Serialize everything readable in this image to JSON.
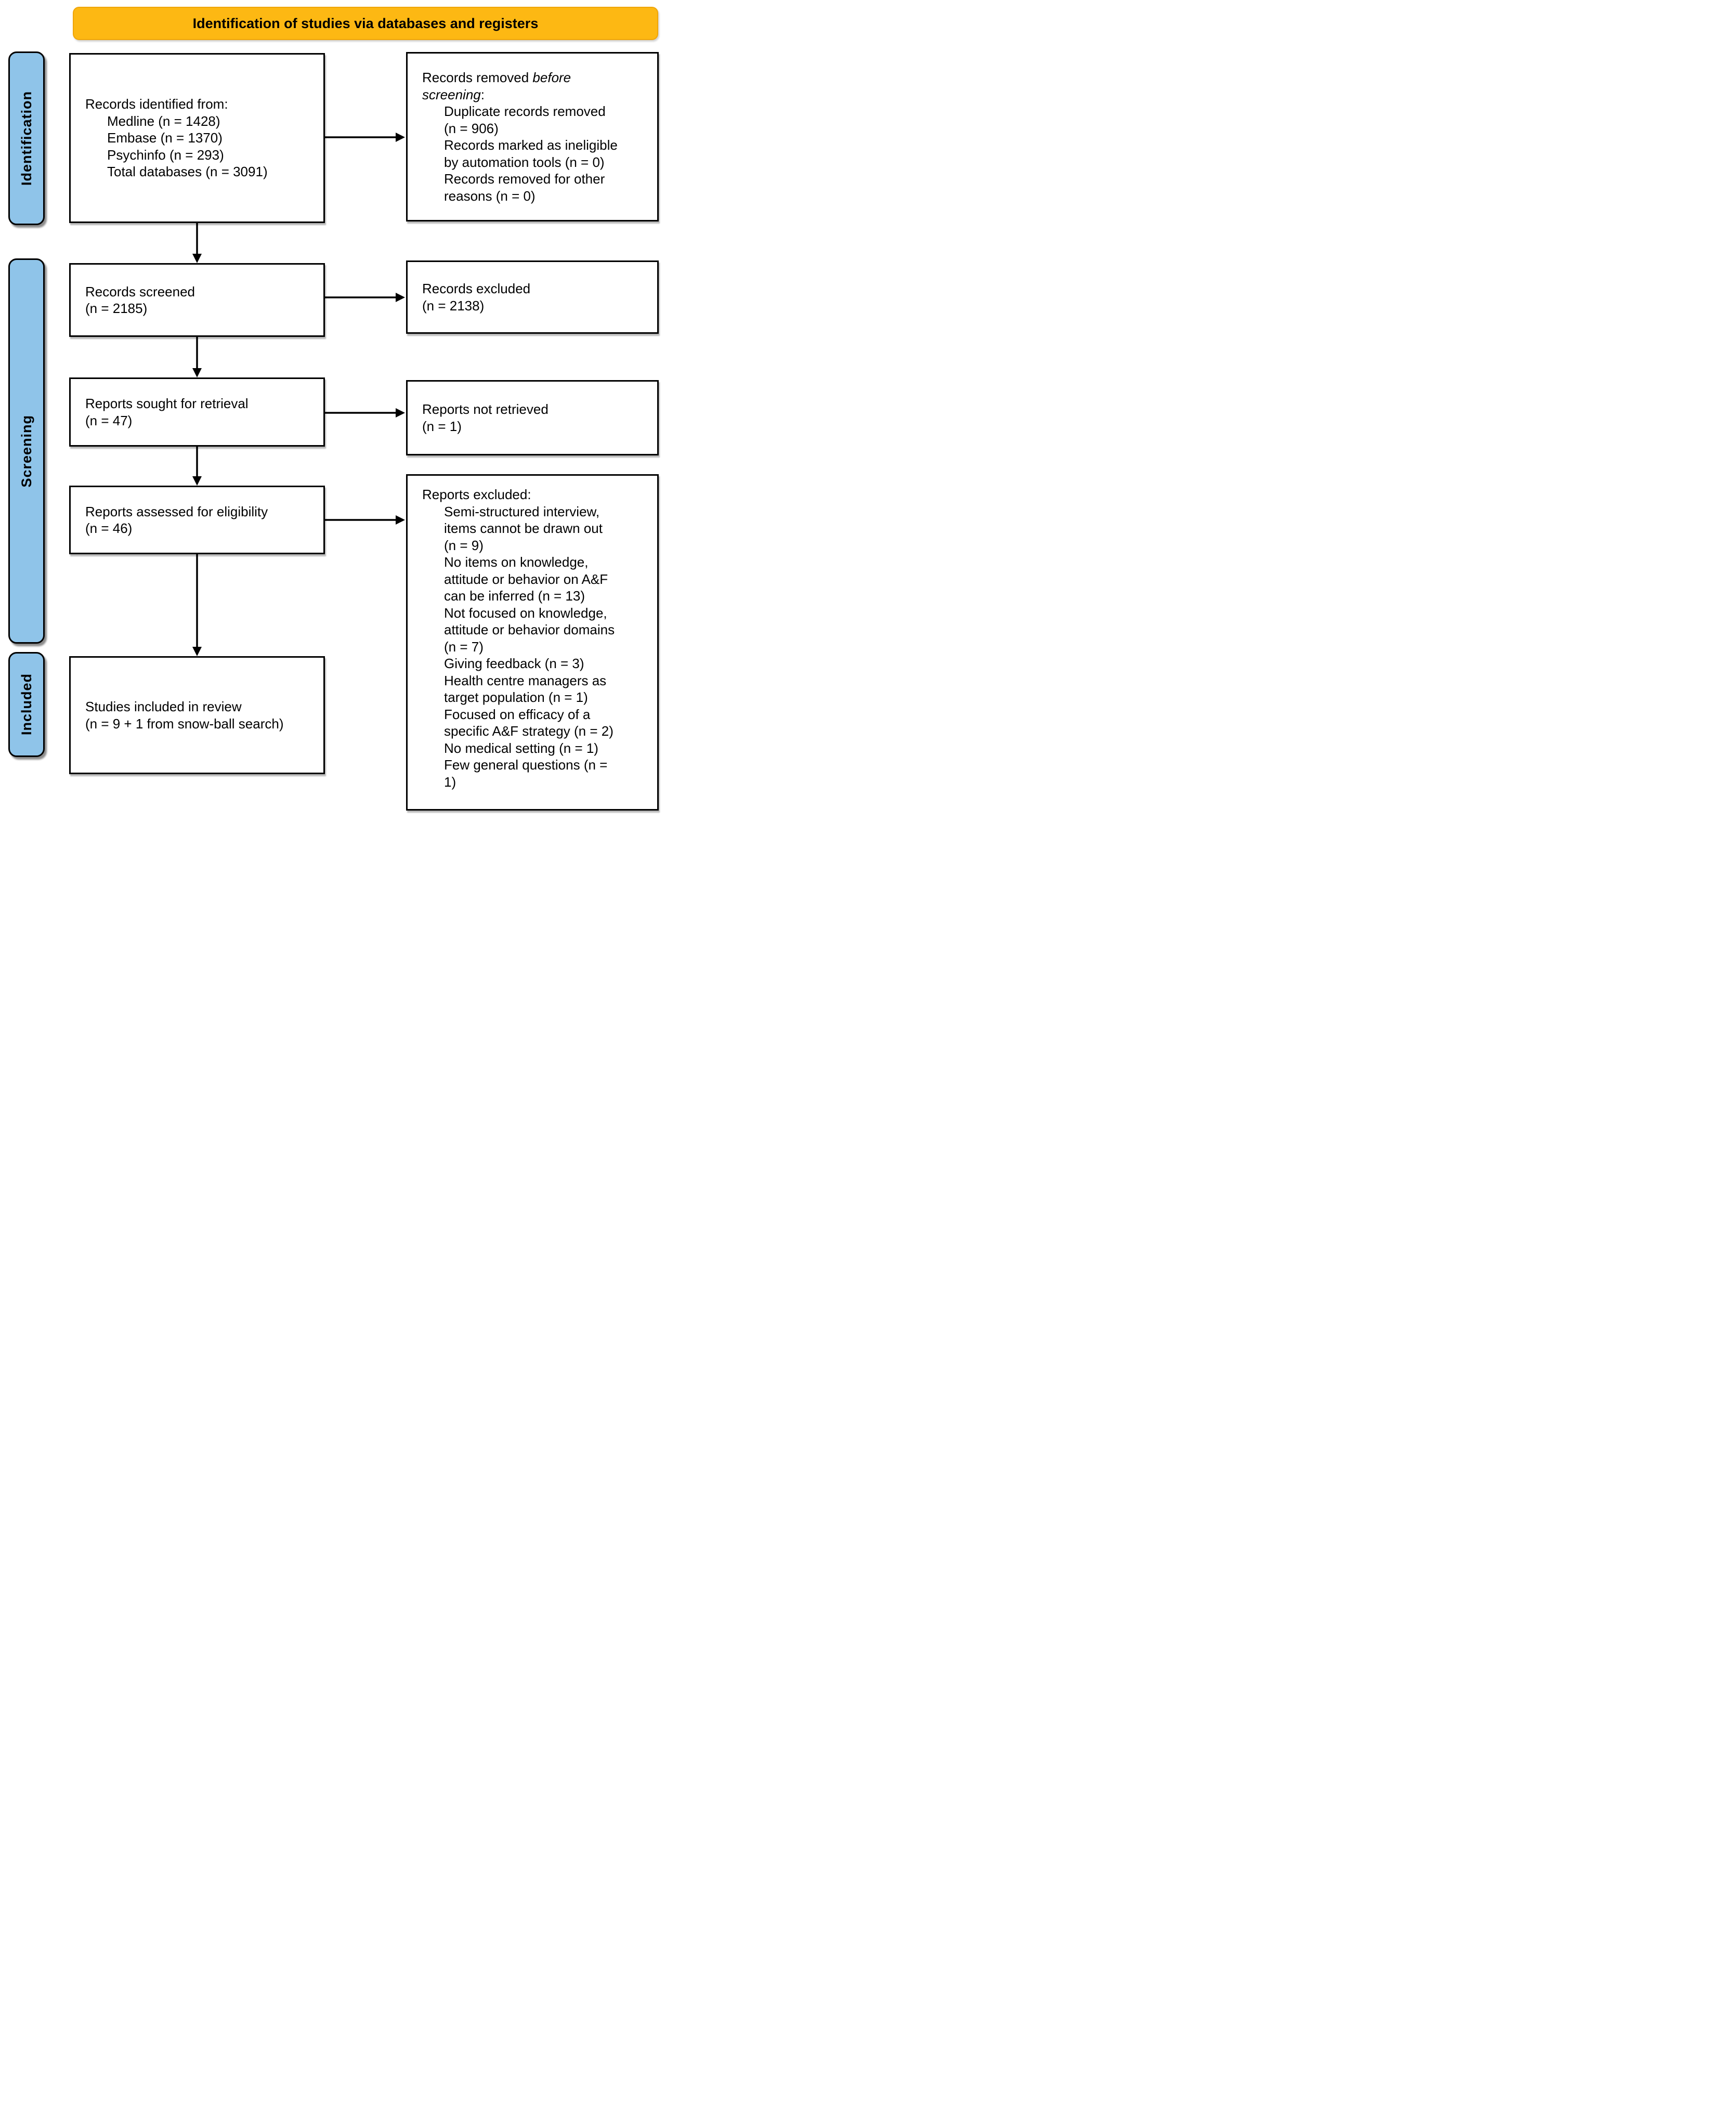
{
  "banner": {
    "title": "Identification of studies via databases and registers"
  },
  "sidebar": {
    "identification": "Identification",
    "screening": "Screening",
    "included": "Included"
  },
  "flow": {
    "identified": {
      "label": "Records identified from:",
      "items": [
        "Medline (n = 1428)",
        "Embase (n = 1370)",
        "Psychinfo (n = 293)",
        "Total databases (n = 3091)"
      ]
    },
    "removed": {
      "label_prefix": "Records removed ",
      "label_italic": "before screening",
      "label_suffix": ":",
      "items": [
        "Duplicate records removed (n = 906)",
        "Records marked as ineligible by automation tools (n = 0)",
        "Records removed for other reasons (n = 0)"
      ]
    },
    "screened": {
      "line1": "Records screened",
      "line2": "(n = 2185)"
    },
    "excluded": {
      "line1": "Records excluded",
      "line2": "(n = 2138)"
    },
    "sought": {
      "line1": "Reports sought for retrieval",
      "line2": "(n = 47)"
    },
    "not_retrieved": {
      "line1": "Reports not retrieved",
      "line2": "(n = 1)"
    },
    "assessed": {
      "line1": "Reports assessed for eligibility",
      "line2": "(n = 46)"
    },
    "reports_excluded": {
      "label": "Reports excluded:",
      "items": [
        "Semi-structured interview, items cannot be drawn out (n = 9)",
        "No items on knowledge, attitude or behavior on A&F can be inferred (n = 13)",
        "Not focused on knowledge, attitude or behavior domains (n = 7)",
        "Giving feedback (n = 3)",
        "Health centre managers as target population (n = 1)",
        "Focused on efficacy of a specific A&F strategy (n = 2)",
        "No medical setting (n = 1)",
        "Few general questions (n = 1)"
      ]
    },
    "included_studies": {
      "line1": "Studies included in review",
      "line2": "(n = 9 + 1 from snow-ball search)"
    }
  },
  "colors": {
    "banner-fill": "#FDB813",
    "banner-border": "#EFA509",
    "sidebar-fill": "#8FC4E9"
  }
}
